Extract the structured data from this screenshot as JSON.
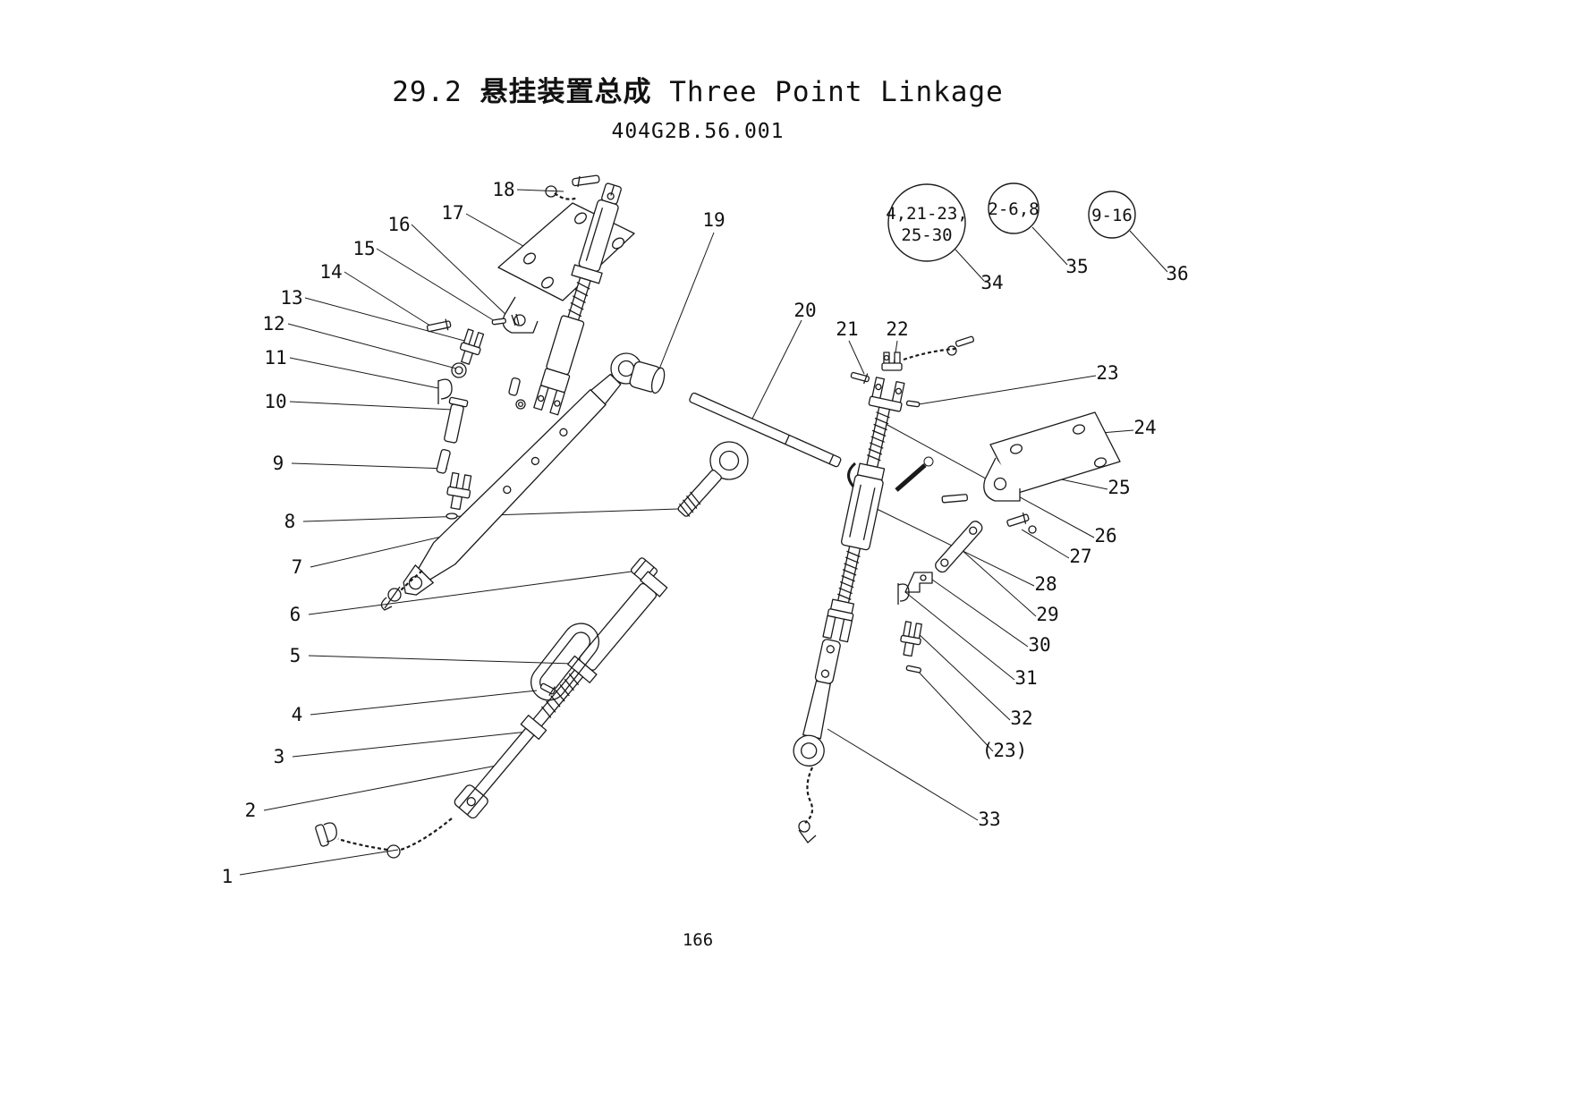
{
  "header": {
    "section": "29.2",
    "title_cn": "悬挂装置总成",
    "title_en": "Three Point Linkage",
    "part_number": "404G2B.56.001"
  },
  "footer": {
    "page_number": "166"
  },
  "diagram": {
    "group_labels": {
      "a_line1": "4,21-23,",
      "a_line2": "25-30",
      "b": "2-6,8",
      "c": "9-16"
    },
    "callouts": {
      "n1": "1",
      "n2": "2",
      "n3": "3",
      "n4": "4",
      "n5": "5",
      "n6": "6",
      "n7": "7",
      "n8": "8",
      "n9": "9",
      "n10": "10",
      "n11": "11",
      "n12": "12",
      "n13": "13",
      "n14": "14",
      "n15": "15",
      "n16": "16",
      "n17": "17",
      "n18": "18",
      "n19": "19",
      "n20": "20",
      "n21": "21",
      "n22": "22",
      "n23": "23",
      "n23b": "(23)",
      "n24": "24",
      "n25": "25",
      "n26": "26",
      "n27": "27",
      "n28": "28",
      "n29": "29",
      "n30": "30",
      "n31": "31",
      "n32": "32",
      "n33": "33",
      "n34": "34",
      "n35": "35",
      "n36": "36"
    }
  }
}
